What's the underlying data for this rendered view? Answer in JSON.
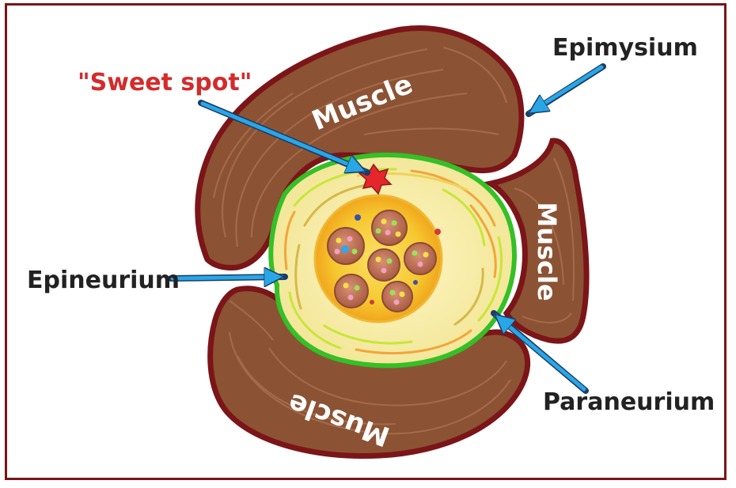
{
  "labels": {
    "sweet_spot": "\"Sweet spot\"",
    "epimysium": "Epimysium",
    "epineurium": "Epineurium",
    "paraneurium": "Paraneurium",
    "muscle_top": "Muscle",
    "muscle_right": "Muscle",
    "muscle_bottom": "Muscle"
  },
  "colors": {
    "muscle_fill": "#8b5334",
    "muscle_border": "#7b1518",
    "sweet_spot_text": "#d42b2b",
    "sweet_spot_star": "#e5262b",
    "arrow": "#29a6e6",
    "label_text": "#222222",
    "epineurium_ring": "#34c026",
    "paraneurium_fill": "#f6f0a0",
    "nerve_core": "#f6c82f",
    "fascicle": "#c87a5a"
  }
}
